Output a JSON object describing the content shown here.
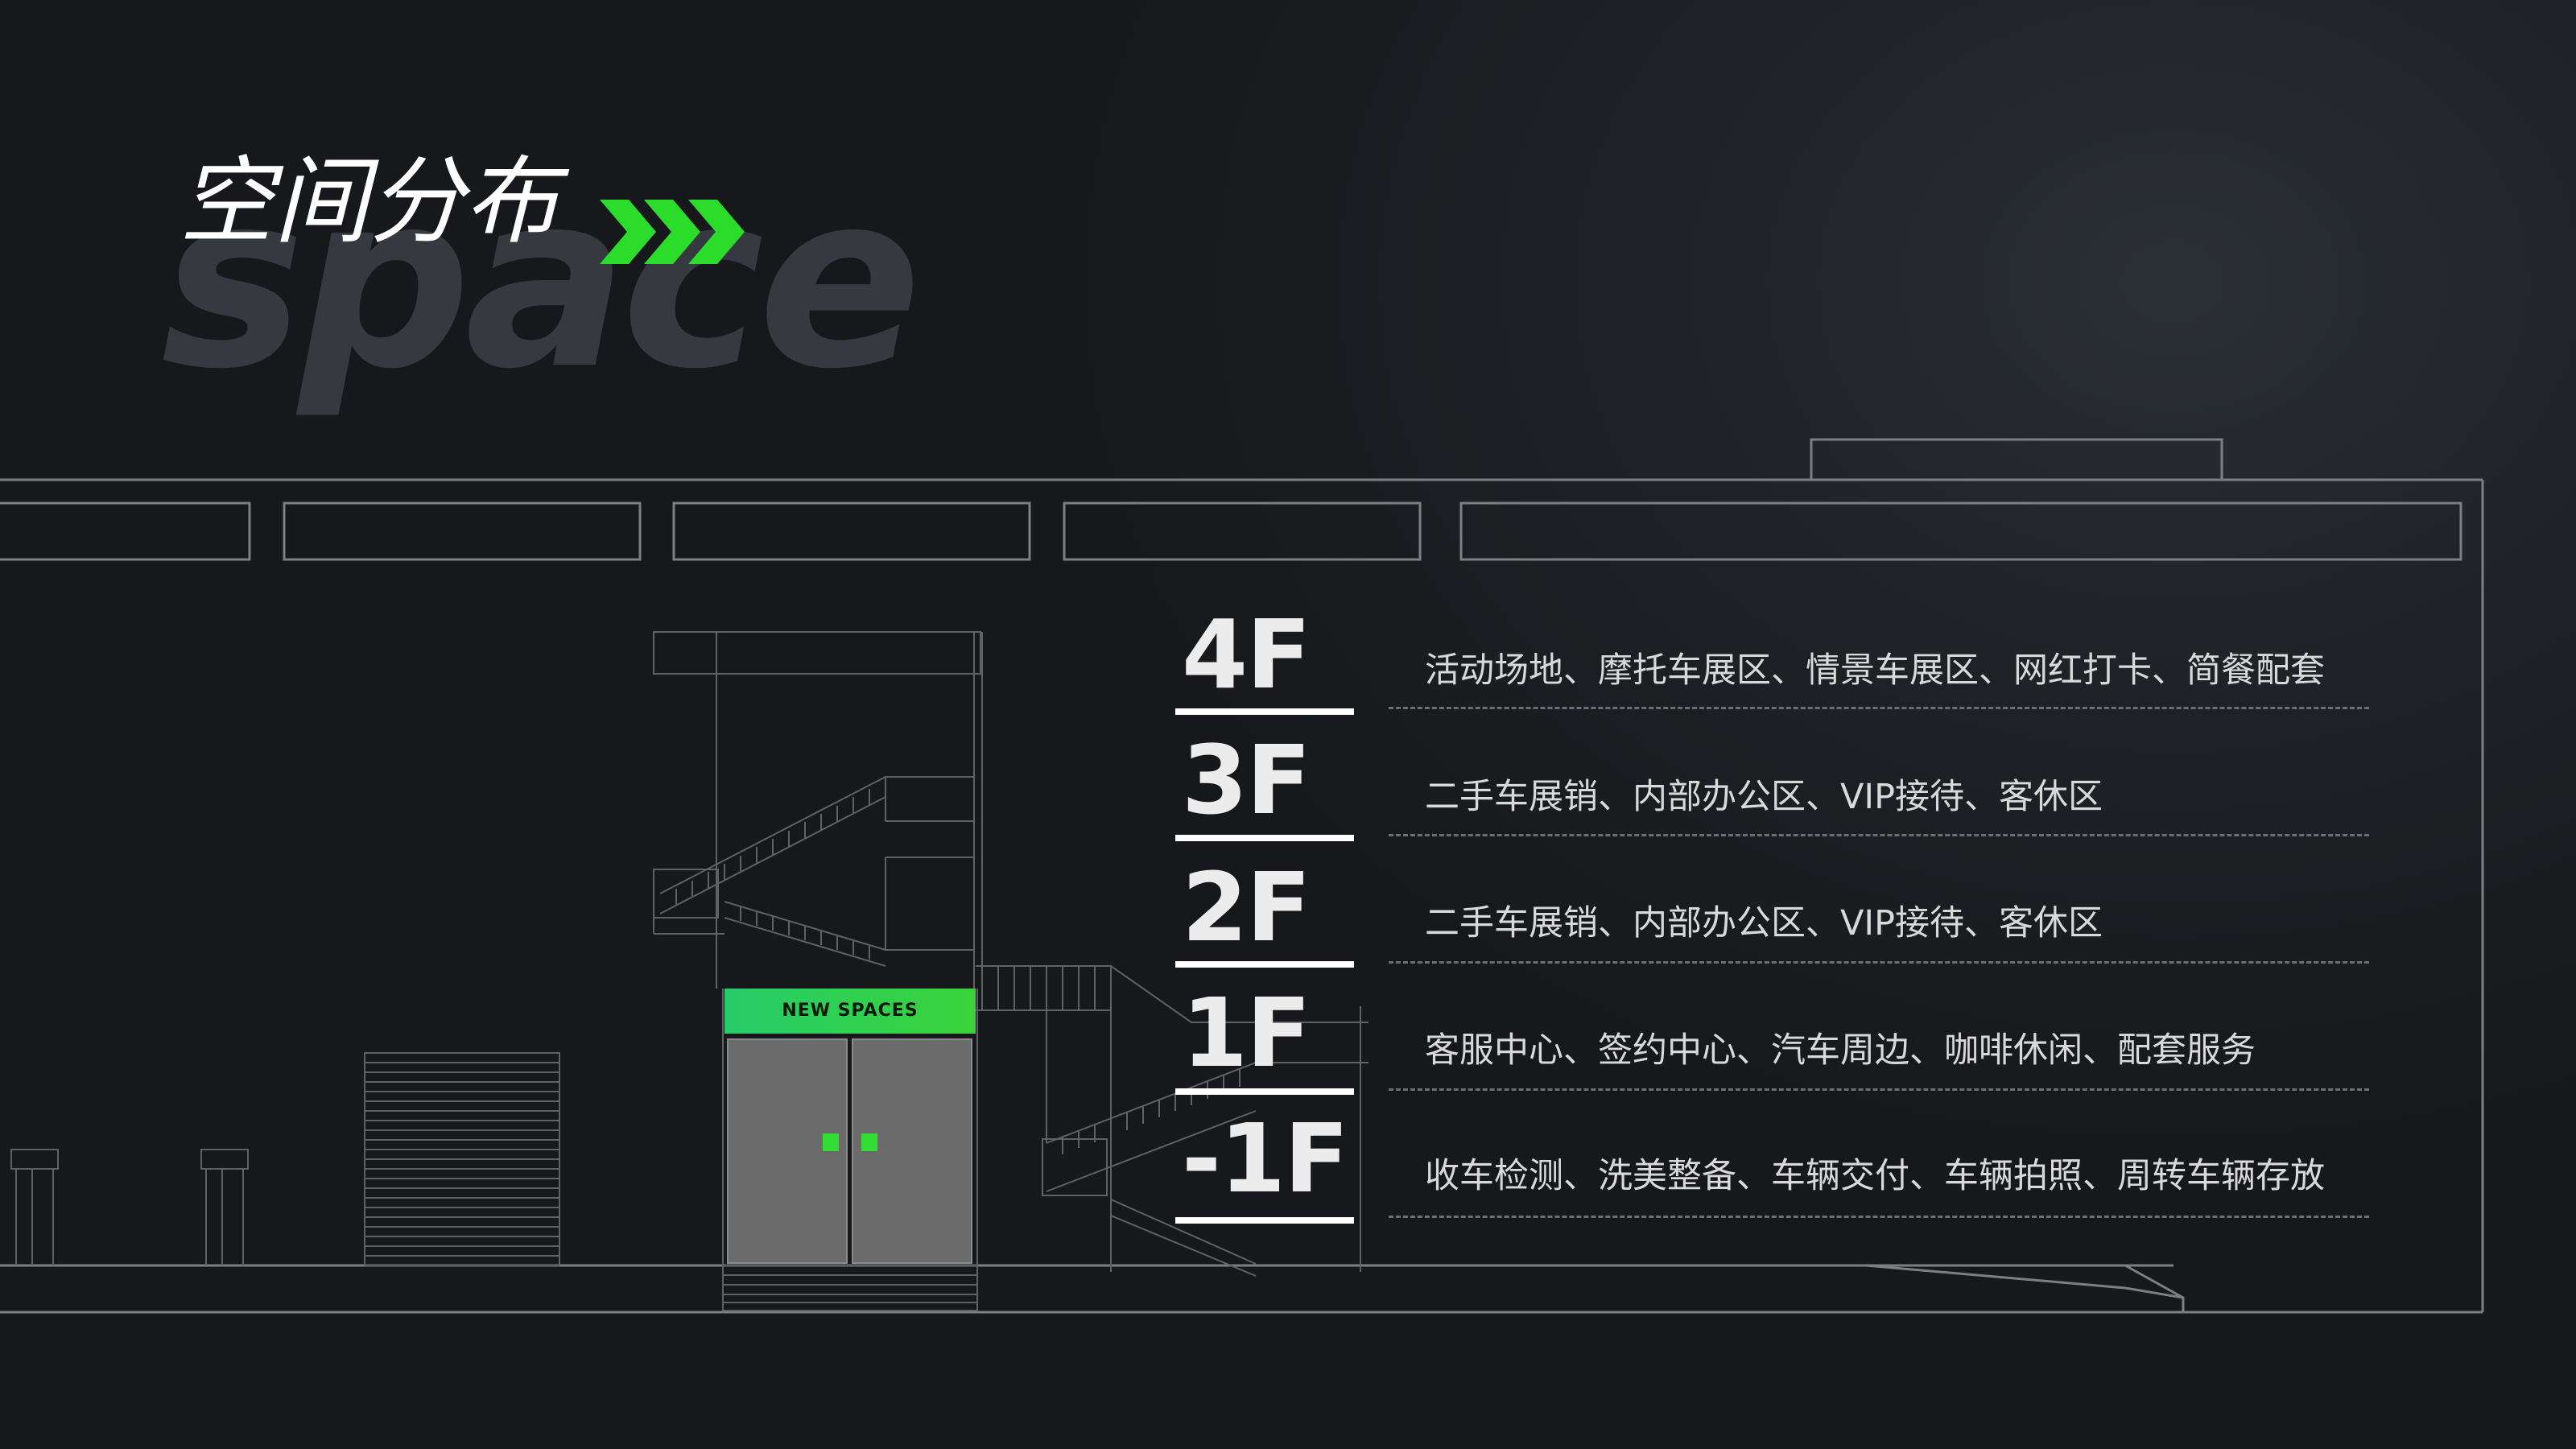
{
  "title": {
    "background_word": "space",
    "main": "空间分布",
    "accent_color": "#2bdc2b"
  },
  "building": {
    "sign_text": "NEW SPACES",
    "line_color": "#7c7f83",
    "door_color": "#6b6b6b"
  },
  "floors": [
    {
      "label": "4F",
      "description": "活动场地、摩托车展区、情景车展区、网红打卡、简餐配套"
    },
    {
      "label": "3F",
      "description": "二手车展销、内部办公区、VIP接待、客休区"
    },
    {
      "label": "2F",
      "description": "二手车展销、内部办公区、VIP接待、客休区"
    },
    {
      "label": "1F",
      "description": "客服中心、签约中心、汽车周边、咖啡休闲、配套服务"
    },
    {
      "label": "-1F",
      "description": "收车检测、洗美整备、车辆交付、车辆拍照、周转车辆存放"
    }
  ]
}
